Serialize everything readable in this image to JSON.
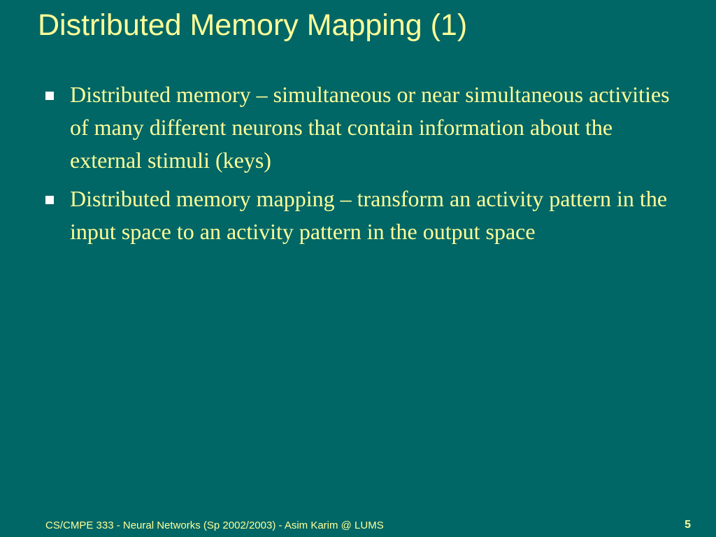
{
  "slide": {
    "title": "Distributed Memory Mapping (1)",
    "bullets": [
      {
        "text": "Distributed memory – simultaneous or near simultaneous activities of many different neurons that contain information about the external stimuli (keys)"
      },
      {
        "text": "Distributed memory mapping – transform an activity pattern in the input space to an activity pattern in the output space"
      }
    ],
    "footer": "CS/CMPE 333 - Neural Networks (Sp 2002/2003) - Asim Karim @ LUMS",
    "page_number": "5"
  },
  "colors": {
    "background": "#006666",
    "text": "#FFFF99",
    "bullet": "#FFFFFF"
  },
  "icons": {
    "bullet": "square-bullet-icon"
  }
}
